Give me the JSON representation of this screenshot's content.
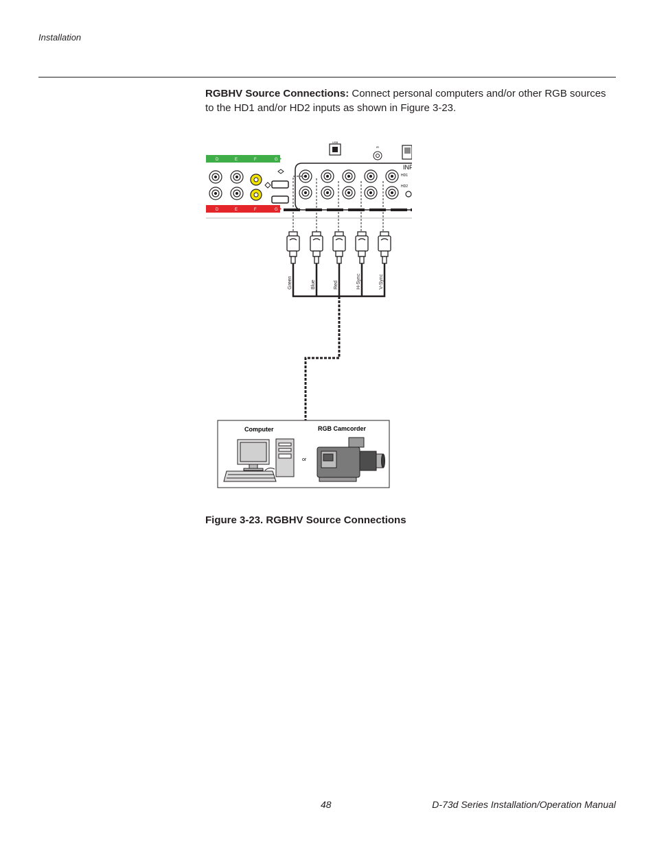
{
  "header": {
    "section": "Installation"
  },
  "body": {
    "heading": "RGBHV Source Connections:",
    "text": " Connect personal computers and/or other RGB sources to the HD1 and/or HD2 inputs as shown in Figure 3-23."
  },
  "figure": {
    "panel": {
      "top_letters": [
        "D",
        "E",
        "F",
        "G"
      ],
      "bottom_letters": [
        "D",
        "E",
        "F",
        "G"
      ],
      "usb_label": "USB",
      "ir_label": "IR",
      "inp_label": "INP",
      "hd1_label": "HD1",
      "hd2_label": "HD2"
    },
    "cables": [
      "Green",
      "Blue",
      "Red",
      "H-Sync",
      "V-Sync"
    ],
    "sources": {
      "computer": "Computer",
      "camcorder": "RGB Camcorder",
      "or": "or"
    }
  },
  "caption": "Figure 3-23. RGBHV Source Connections",
  "footer": {
    "page": "48",
    "title": "D-73d Series Installation/Operation Manual"
  },
  "colors": {
    "green_strip": "#3fae49",
    "red_strip": "#e4252a",
    "yellow_jack": "#f2e200"
  }
}
